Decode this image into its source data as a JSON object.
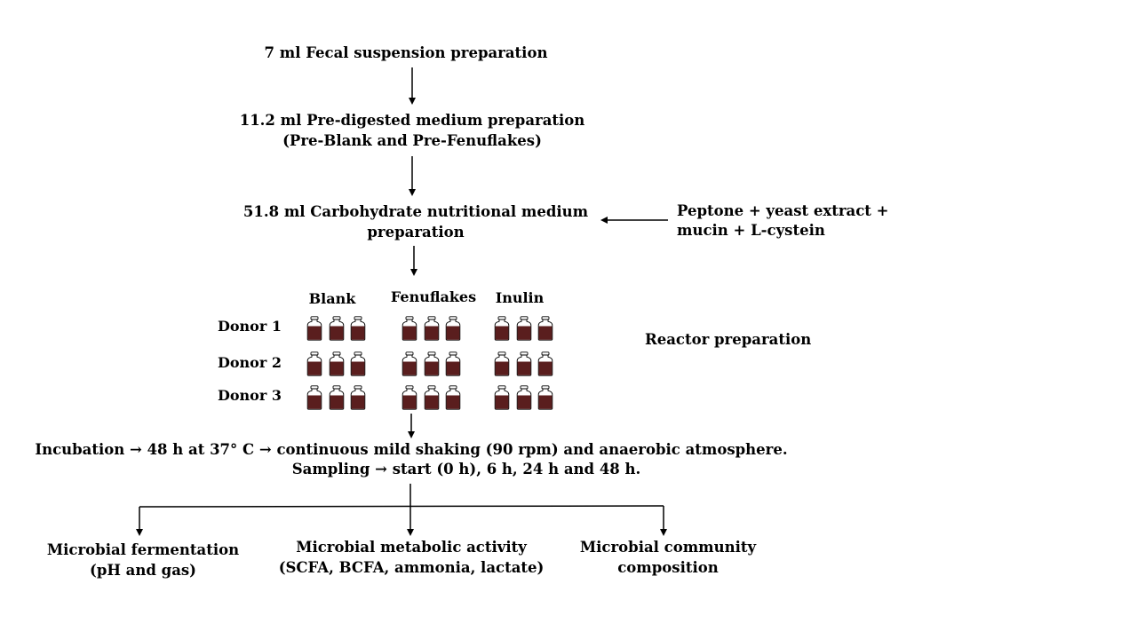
{
  "steps": {
    "fecal": "7 ml Fecal suspension preparation",
    "predigested_line1": "11.2 ml Pre-digested medium preparation",
    "predigested_line2": "(Pre-Blank and Pre-Fenuflakes)",
    "carb_line1": "51.8 ml Carbohydrate nutritional medium",
    "carb_line2": "preparation",
    "additives_line1": "Peptone + yeast extract +",
    "additives_line2": "mucin + L-cystein",
    "reactor": "Reactor preparation",
    "incubation_line1": "Incubation → 48 h at 37° C → continuous mild shaking (90 rpm) and anaerobic atmosphere.",
    "incubation_line2": "Sampling → start (0 h), 6 h, 24 h and 48 h."
  },
  "columns": [
    "Blank",
    "Fenuflakes",
    "Inulin"
  ],
  "donors": [
    "Donor 1",
    "Donor 2",
    "Donor 3"
  ],
  "outcomes": [
    {
      "line1": "Microbial fermentation",
      "line2": "(pH and gas)"
    },
    {
      "line1": "Microbial metabolic activity",
      "line2": "(SCFA, BCFA, ammonia, lactate)"
    },
    {
      "line1": "Microbial community",
      "line2": "composition"
    }
  ],
  "colors": {
    "liquid": "#5a1e1e",
    "cap": "#ffffff",
    "stroke": "#000000"
  }
}
